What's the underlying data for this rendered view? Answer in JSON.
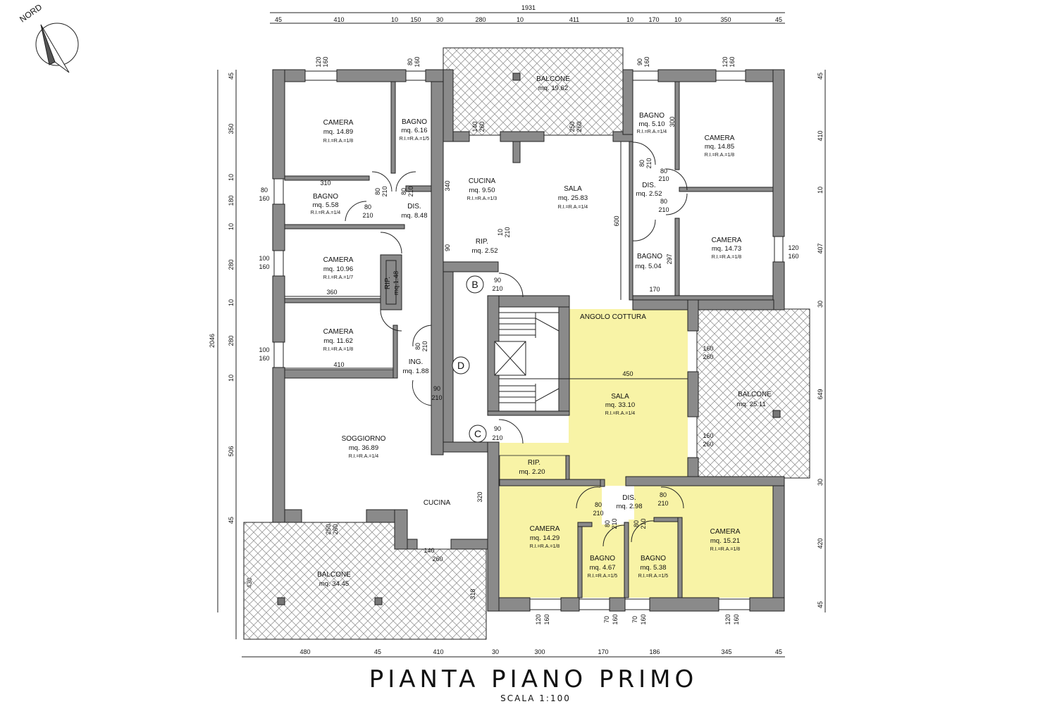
{
  "title": "PIANTA PIANO PRIMO",
  "scale": "SCALA 1:100",
  "north_label": "NORD",
  "colors": {
    "highlight": "#f8f3a6",
    "wall": "#8a8a8a",
    "hatch": "#9a9a9a"
  },
  "dims_top": {
    "total": "1931",
    "segments": [
      "45",
      "410",
      "10",
      "150",
      "30",
      "280",
      "10",
      "411",
      "10",
      "170",
      "10",
      "350",
      "45"
    ]
  },
  "dims_bottom": {
    "segments": [
      "480",
      "45",
      "410",
      "30",
      "300",
      "170",
      "186",
      "345",
      "45"
    ]
  },
  "dims_left": {
    "total": "2046",
    "segments": [
      "45",
      "350",
      "10",
      "180",
      "10",
      "280",
      "10",
      "280",
      "10",
      "506",
      "45",
      "430"
    ]
  },
  "dims_right": {
    "segments": [
      "45",
      "410",
      "10",
      "407",
      "30",
      "649",
      "30",
      "420",
      "45"
    ]
  },
  "rooms": [
    {
      "id": "camera-nw",
      "name": "CAMERA",
      "area": "mq. 14.89",
      "ri": "R.I.=R.A.=1/8"
    },
    {
      "id": "bagno-n1",
      "name": "BAGNO",
      "area": "mq. 6.16",
      "ri": "R.I.=R.A.=1/5"
    },
    {
      "id": "balcone-n",
      "name": "BALCONE",
      "area": "mq. 19.62",
      "ri": ""
    },
    {
      "id": "bagno-ne",
      "name": "BAGNO",
      "area": "mq. 5.10",
      "ri": "R.I.=R.A.=1/4"
    },
    {
      "id": "camera-ne",
      "name": "CAMERA",
      "area": "mq. 14.85",
      "ri": "R.I.=R.A.=1/8"
    },
    {
      "id": "bagno-w",
      "name": "BAGNO",
      "area": "mq. 5.58",
      "ri": "R.I.=R.A.=1/4"
    },
    {
      "id": "dis-w",
      "name": "DIS.",
      "area": "mq. 8.48",
      "ri": ""
    },
    {
      "id": "cucina-n",
      "name": "CUCINA",
      "area": "mq. 9.50",
      "ri": "R.I.=R.A.=1/3"
    },
    {
      "id": "sala-n",
      "name": "SALA",
      "area": "mq. 25.83",
      "ri": "R.I.=R.A.=1/4"
    },
    {
      "id": "dis-ne",
      "name": "DIS.",
      "area": "mq. 2.52",
      "ri": ""
    },
    {
      "id": "camera-e",
      "name": "CAMERA",
      "area": "mq. 14.73",
      "ri": "R.I.=R.A.=1/8"
    },
    {
      "id": "bagno-e",
      "name": "BAGNO",
      "area": "mq. 5.04",
      "ri": ""
    },
    {
      "id": "rip-n",
      "name": "RIP.",
      "area": "mq. 2.52",
      "ri": ""
    },
    {
      "id": "camera-w2",
      "name": "CAMERA",
      "area": "mq. 10.96",
      "ri": "R.I.=R.A.=1/7"
    },
    {
      "id": "rip-w",
      "name": "RIP.",
      "area": "mq.1.48",
      "ri": ""
    },
    {
      "id": "camera-w3",
      "name": "CAMERA",
      "area": "mq. 11.62",
      "ri": "R.I.=R.A.=1/8"
    },
    {
      "id": "ing",
      "name": "ING.",
      "area": "mq. 1.88",
      "ri": ""
    },
    {
      "id": "angolo",
      "name": "ANGOLO COTTURA",
      "area": "",
      "ri": ""
    },
    {
      "id": "sala-c",
      "name": "SALA",
      "area": "mq. 33.10",
      "ri": "R.I.=R.A.=1/4"
    },
    {
      "id": "balcone-e",
      "name": "BALCONE",
      "area": "mq. 25.11",
      "ri": ""
    },
    {
      "id": "soggiorno",
      "name": "SOGGIORNO",
      "area": "mq. 36.89",
      "ri": "R.I.=R.A.=1/4"
    },
    {
      "id": "cucina-s",
      "name": "CUCINA",
      "area": "",
      "ri": ""
    },
    {
      "id": "rip-s",
      "name": "RIP.",
      "area": "mq. 2.20",
      "ri": ""
    },
    {
      "id": "dis-s",
      "name": "DIS.",
      "area": "mq. 2.98",
      "ri": ""
    },
    {
      "id": "camera-s1",
      "name": "CAMERA",
      "area": "mq. 14.29",
      "ri": "R.I.=R.A.=1/8"
    },
    {
      "id": "bagno-s1",
      "name": "BAGNO",
      "area": "mq. 4.67",
      "ri": "R.I.=R.A.=1/5"
    },
    {
      "id": "bagno-s2",
      "name": "BAGNO",
      "area": "mq. 5.38",
      "ri": "R.I.=R.A.=1/5"
    },
    {
      "id": "camera-s2",
      "name": "CAMERA",
      "area": "mq. 15.21",
      "ri": "R.I.=R.A.=1/8"
    },
    {
      "id": "balcone-s",
      "name": "BALCONE",
      "area": "mq. 34.45",
      "ri": ""
    }
  ],
  "markers": [
    "B",
    "D",
    "C"
  ],
  "inner_dims": [
    "310",
    "360",
    "410",
    "340",
    "90",
    "600",
    "297",
    "170",
    "450",
    "320",
    "318",
    "300"
  ],
  "openings": [
    "120",
    "160",
    "80",
    "160",
    "140",
    "260",
    "250",
    "260",
    "90",
    "160",
    "120",
    "160",
    "80",
    "160",
    "100",
    "160",
    "100",
    "160",
    "120",
    "160",
    "80",
    "210",
    "80",
    "210",
    "80",
    "210",
    "80",
    "210",
    "80",
    "210",
    "80",
    "210",
    "80",
    "210",
    "10",
    "210",
    "90",
    "210",
    "90",
    "210",
    "90",
    "210",
    "160",
    "260",
    "160",
    "260",
    "250",
    "260",
    "140",
    "260",
    "80",
    "210",
    "80",
    "210",
    "80",
    "210",
    "80",
    "210",
    "120",
    "160",
    "70",
    "160",
    "70",
    "160",
    "120",
    "160"
  ]
}
